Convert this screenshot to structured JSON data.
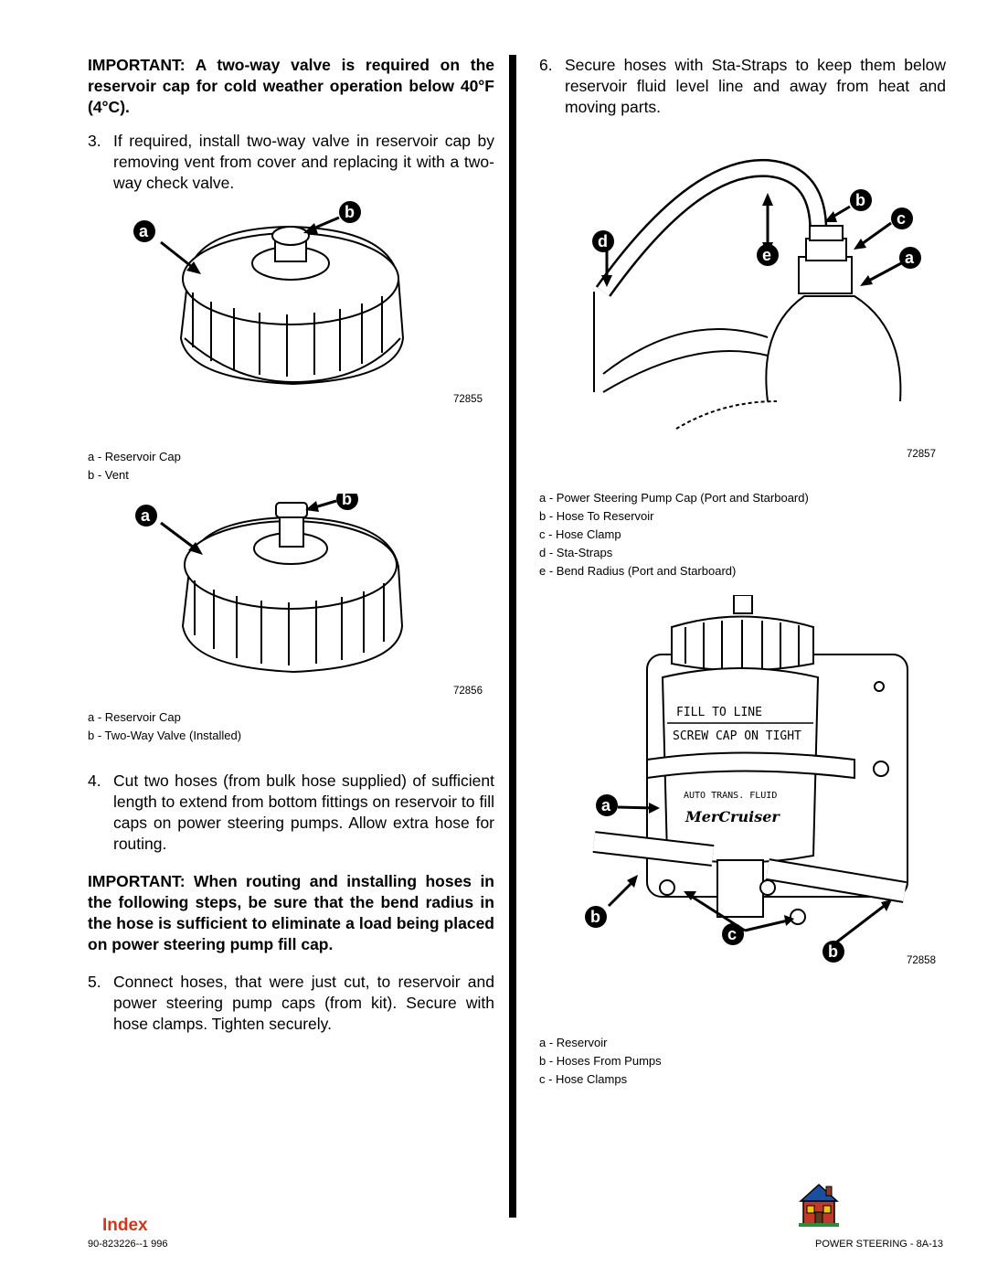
{
  "left": {
    "important1": "IMPORTANT: A two-way valve is required on the reservoir cap for cold weather operation below 40°F (4°C).",
    "step3": {
      "num": "3.",
      "text": "If required, install two-way valve in reservoir cap by removing vent from cover and replacing it with a two-way check valve."
    },
    "fig1": {
      "number": "72855",
      "callouts": [
        "a",
        "b"
      ],
      "legend": [
        "a - Reservoir Cap",
        "b - Vent"
      ]
    },
    "fig2": {
      "number": "72856",
      "callouts": [
        "a",
        "b"
      ],
      "legend": [
        "a - Reservoir Cap",
        "b - Two-Way Valve (Installed)"
      ]
    },
    "step4": {
      "num": "4.",
      "text": "Cut two hoses (from bulk hose supplied) of sufficient length to extend from bottom fittings on reservoir to fill caps on power steering pumps. Allow extra hose for routing."
    },
    "important2": "IMPORTANT: When routing and installing hoses in the following steps, be sure that the bend radius in the hose is sufficient to eliminate a load being placed on power steering pump fill cap.",
    "step5": {
      "num": "5.",
      "text": "Connect hoses, that were just cut, to reservoir and power steering pump caps (from kit). Secure with hose clamps. Tighten securely."
    }
  },
  "right": {
    "step6": {
      "num": "6.",
      "text": "Secure hoses with Sta-Straps to keep them below reservoir fluid level line and away from heat and moving parts."
    },
    "fig3": {
      "number": "72857",
      "callouts": [
        "b",
        "c",
        "d",
        "e",
        "a"
      ],
      "legend": [
        "a - Power Steering Pump Cap (Port and Starboard)",
        "b - Hose To Reservoir",
        "c - Hose Clamp",
        "d - Sta-Straps",
        "e - Bend Radius (Port and Starboard)"
      ]
    },
    "fig4": {
      "number": "72858",
      "callouts": [
        "a",
        "b",
        "c",
        "b"
      ],
      "labels": {
        "fill": "FILL TO LINE",
        "screw": "SCREW CAP ON TIGHT",
        "fluid": "AUTO TRANS. FLUID",
        "brand": "MerCruiser"
      },
      "legend": [
        "a - Reservoir",
        "b - Hoses From Pumps",
        "c - Hose Clamps"
      ]
    }
  },
  "footer": {
    "index_link": "Index",
    "doc_number": "90-823226--1 996",
    "page_label": "POWER STEERING - 8A-13"
  }
}
